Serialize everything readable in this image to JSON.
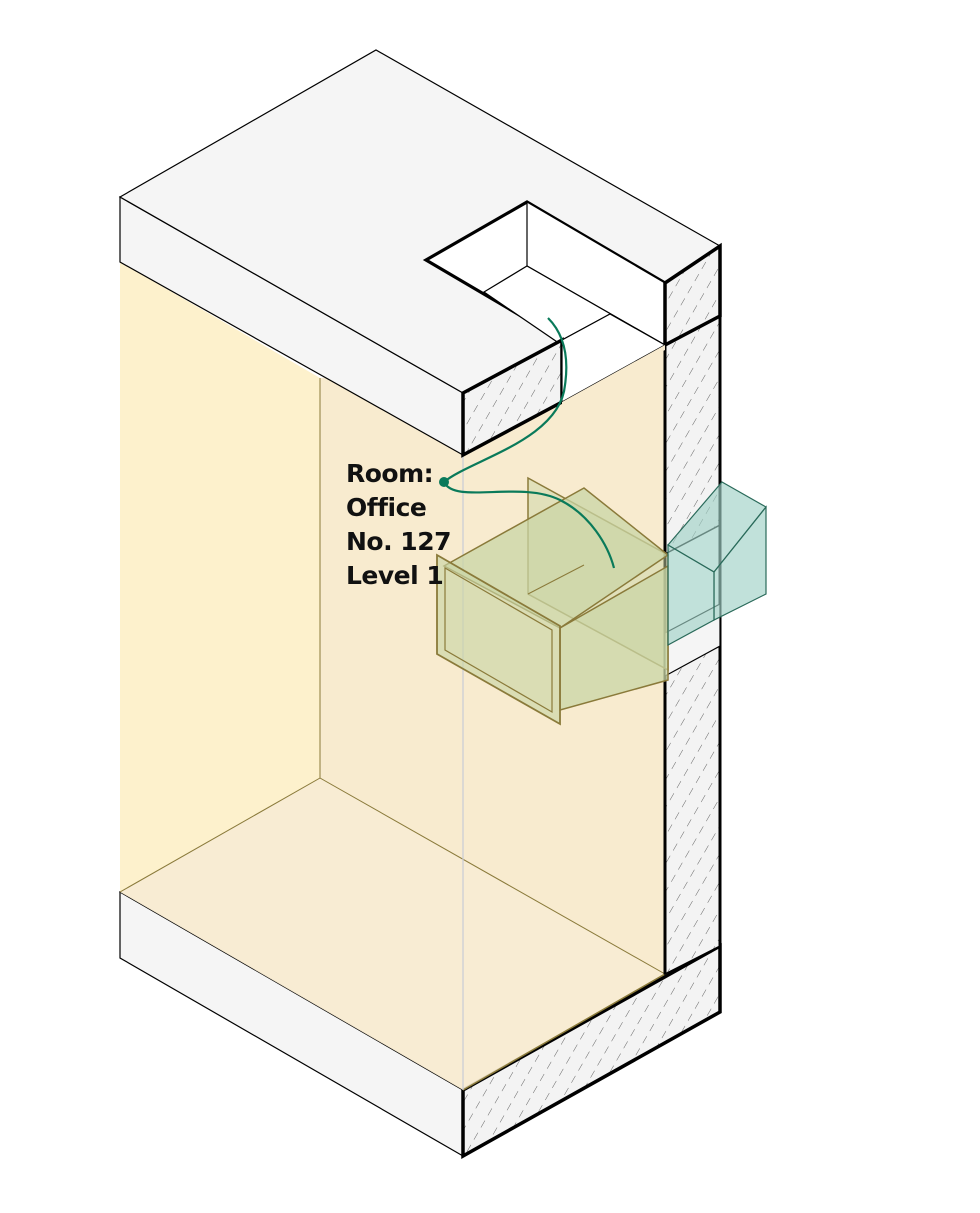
{
  "room_label": {
    "line1": "Room:",
    "line2": "Office",
    "line3": "No. 127",
    "line4": "Level 1"
  },
  "colors": {
    "slab_fill": "#f5f5f5",
    "room_back_wall": "#fdf1cc",
    "room_volume": "#f8ebcf",
    "room_edge": "#8a7a3a",
    "duct_fill": "#c9d6a6",
    "wall_opening_fill": "#9fd1c6",
    "leader_line": "#0a7a5a",
    "outline": "#000000",
    "hatch": "#555555"
  }
}
